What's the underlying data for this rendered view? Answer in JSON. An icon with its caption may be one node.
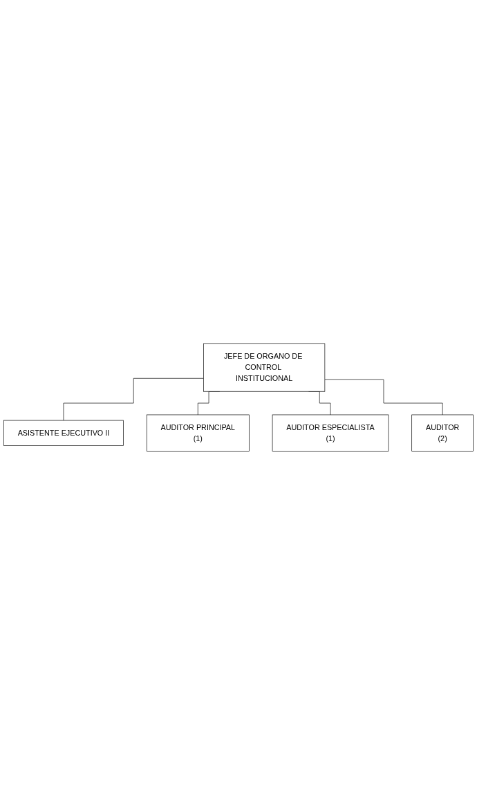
{
  "diagram": {
    "nodes": [
      {
        "text": [
          "JEFE DE ORGANO DE CONTROL INSTITUCIONAL"
        ]
      },
      {
        "text": [
          "ASISTENTE EJECUTIVO II"
        ]
      },
      {
        "text": [
          "AUDITOR PRINCIPAL",
          "(1)"
        ]
      },
      {
        "text": [
          "AUDITOR ESPECIALISTA",
          "(1)"
        ]
      },
      {
        "text": [
          "AUDITOR",
          "(2)"
        ]
      }
    ],
    "edges": [
      {
        "from": 0,
        "to": 1,
        "arrow": "none"
      },
      {
        "from": 0,
        "to": 2,
        "arrow": "none"
      },
      {
        "from": 0,
        "to": 3,
        "arrow": "none"
      },
      {
        "from": 0,
        "to": 4,
        "arrow": "none"
      }
    ]
  }
}
